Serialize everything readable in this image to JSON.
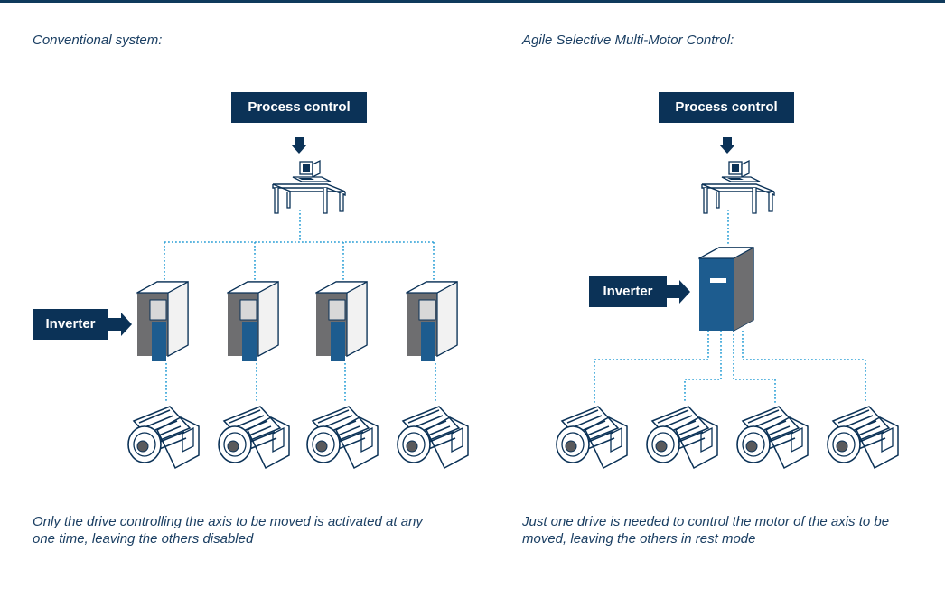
{
  "left": {
    "heading": "Conventional system:",
    "process_label": "Process control",
    "inverter_label": "Inverter",
    "caption": "Only the drive controlling the axis to be moved is activated at any one time, leaving the others disabled"
  },
  "right": {
    "heading": "Agile Selective Multi-Motor Control:",
    "process_label": "Process control",
    "inverter_label": "Inverter",
    "caption": "Just one drive is needed to control the motor of the axis to be moved, leaving the others in rest mode"
  },
  "colors": {
    "navy": "#0b3257",
    "connector": "#2a9fd6",
    "inverter_gray": "#6e6e70",
    "inverter_blue": "#1d5c8f"
  }
}
